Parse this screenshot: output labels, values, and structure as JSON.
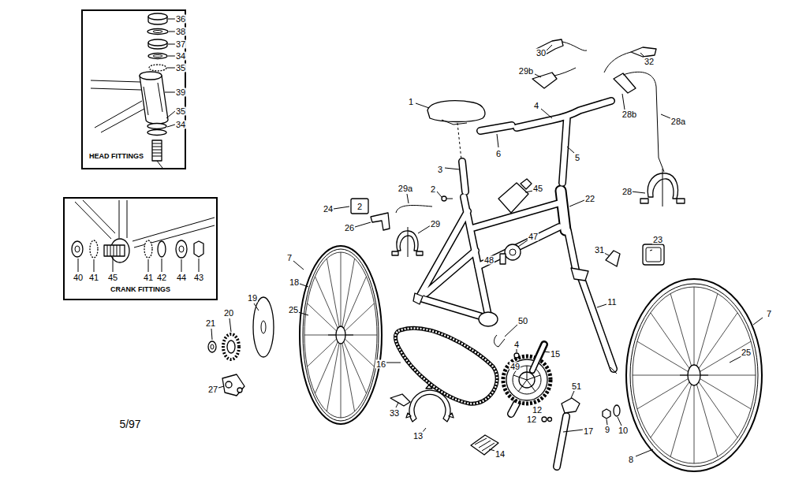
{
  "diagram": {
    "nodes": [
      {
        "text": [
          "HEAD FITTINGS"
        ]
      },
      {
        "text": [
          "CRANK FITTINGS"
        ]
      }
    ],
    "labels": [
      "36",
      "38",
      "37",
      "34",
      "35",
      "39",
      "35",
      "34",
      "40",
      "41",
      "45",
      "41",
      "42",
      "44",
      "43",
      "30",
      "32",
      "29b",
      "28b",
      "28a",
      "1",
      "4",
      "6",
      "5",
      "3",
      "2",
      "45",
      "22",
      "29a",
      "24",
      "2",
      "26",
      "29",
      "28",
      "7",
      "18",
      "25",
      "47",
      "48",
      "31",
      "23",
      "11",
      "7",
      "25",
      "21",
      "20",
      "19",
      "27",
      "16",
      "50",
      "4",
      "49",
      "15",
      "33",
      "13",
      "14",
      "12",
      "12",
      "51",
      "17",
      "9",
      "10",
      "8",
      "5/97"
    ]
  }
}
